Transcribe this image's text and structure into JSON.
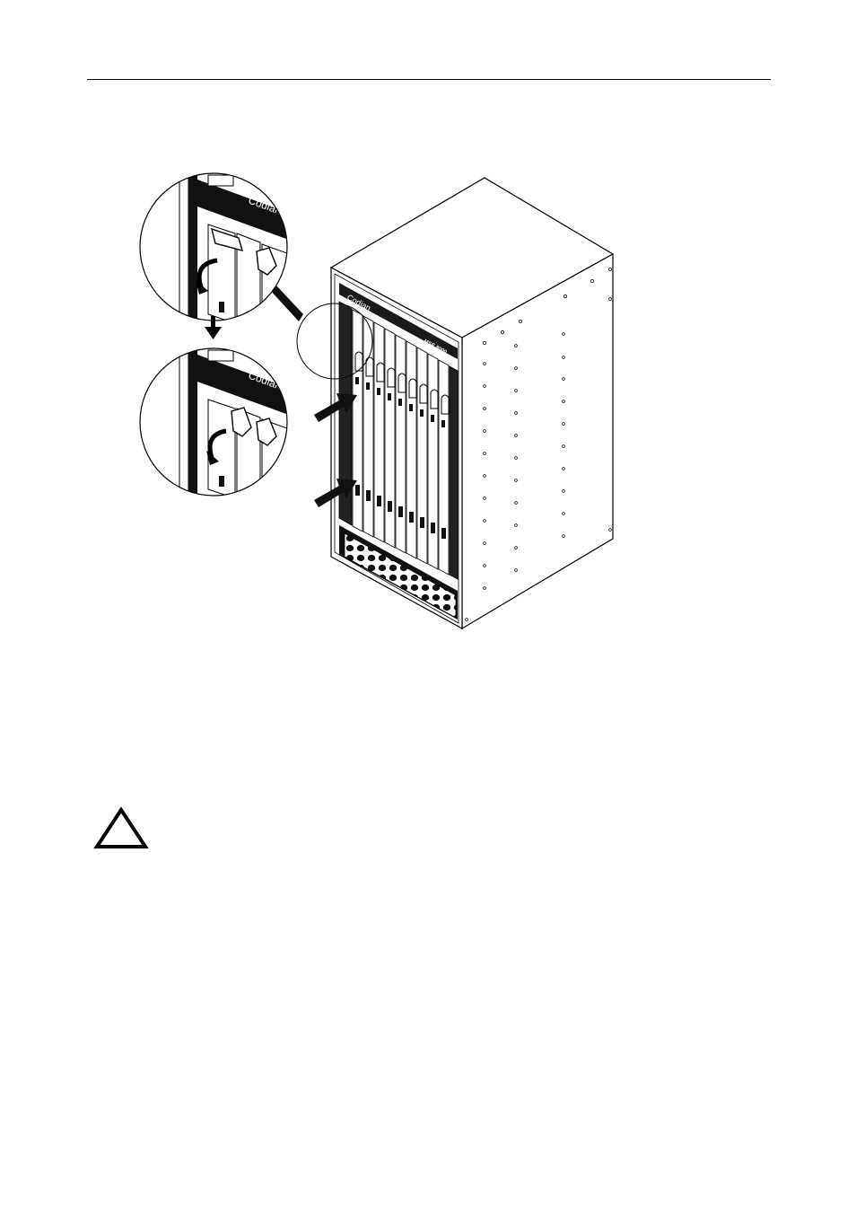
{
  "figure": {
    "chassis_logo": "Codian",
    "callout_logo_top": "Codian",
    "callout_logo_bottom": "Codian",
    "model_mark": "MSE 8000"
  },
  "caution_icon": "warning-triangle-icon"
}
